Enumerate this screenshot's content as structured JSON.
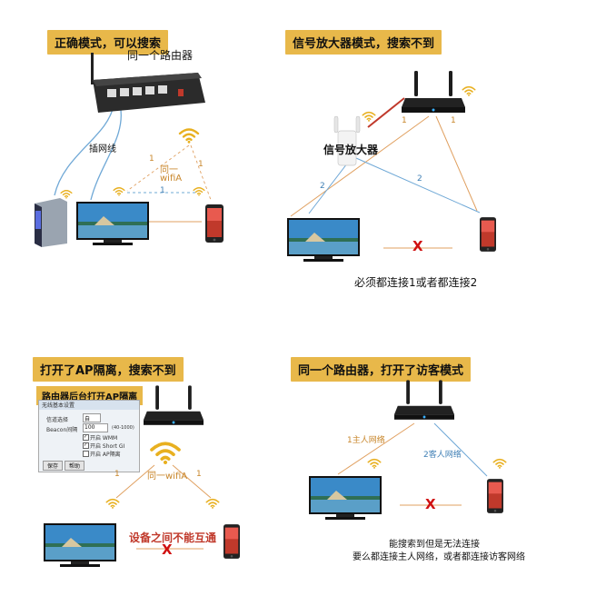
{
  "q1": {
    "title": "正确模式，可以搜索",
    "router_label": "同一个路由器",
    "cable_label": "插网线",
    "wifi_label_1": "同一",
    "wifi_label_2": "wifiA",
    "line_label_a": "1",
    "line_label_b": "1",
    "line_label_c": "1"
  },
  "q2": {
    "title": "信号放大器模式，搜索不到",
    "extender_label": "信号放大器",
    "line_label_1a": "1",
    "line_label_1b": "1",
    "line_label_2a": "2",
    "line_label_2b": "2",
    "x_mark": "X",
    "caption": "必须都连接1或者都连接2"
  },
  "q3": {
    "title": "打开了AP隔离，搜索不到",
    "panel_header": "路由器后台打开AP隔离",
    "panel_title": "无线基本设置",
    "panel_rows": [
      {
        "label": "信道选择",
        "value": "自"
      },
      {
        "label": "Beacon间隔",
        "value": "100"
      },
      {
        "label": "开启 WMM",
        "value": ""
      },
      {
        "label": "开启 Short GI",
        "value": ""
      },
      {
        "label": "开启 AP隔离",
        "value": ""
      }
    ],
    "beacon_range": "(40-1000)",
    "save_button": "保存",
    "help_button": "帮助",
    "wifi_label": "同一wifiA",
    "line_label_a": "1",
    "line_label_b": "1",
    "warning": "设备之间不能互通",
    "x_mark": "X"
  },
  "q4": {
    "title": "同一个路由器，打开了访客模式",
    "main_net_label": "1主人网络",
    "guest_net_label": "2客人网络",
    "x_mark": "X",
    "caption_1": "能搜索到但是无法连接",
    "caption_2": "要么都连接主人网络，或者都连接访客网络"
  },
  "colors": {
    "badge": "#e8b84a",
    "orange_line": "#e0a060",
    "blue_line": "#6fa8d6",
    "red_line": "#c0392b",
    "wifi": "#e8b020"
  }
}
